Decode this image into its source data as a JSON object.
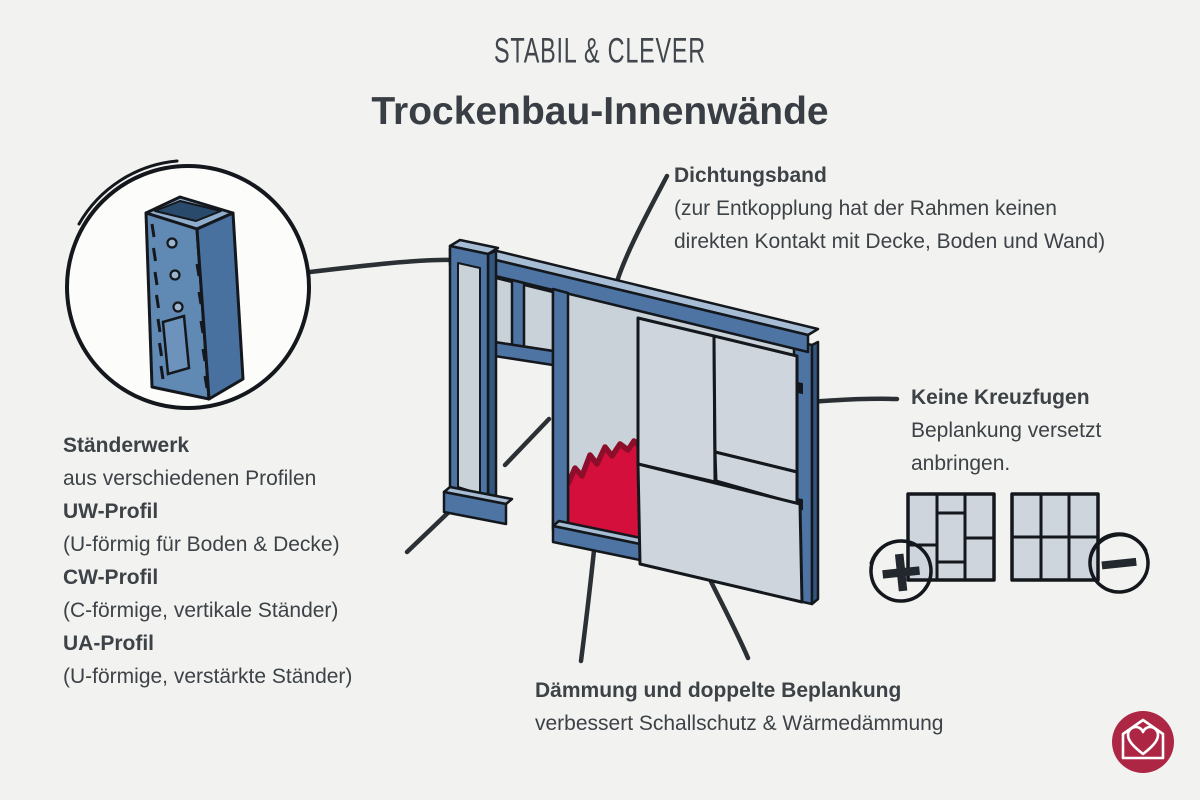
{
  "header": {
    "tagline": "STABIL & CLEVER",
    "title": "Trockenbau-Innenwände"
  },
  "callouts": {
    "dichtungsband": {
      "title": "Dichtungsband",
      "line1": "(zur Entkopplung hat der Rahmen keinen",
      "line2": "direkten Kontakt mit Decke, Boden und Wand)"
    },
    "staenderwerk": {
      "title": "Ständerwerk",
      "subtitle": "aus verschiedenen Profilen",
      "items": [
        {
          "term": "UW-Profil",
          "desc": "(U-förmig für Boden & Decke)"
        },
        {
          "term": "CW-Profil",
          "desc": "(C-förmige, vertikale Ständer)"
        },
        {
          "term": "UA-Profil",
          "desc": "(U-förmige, verstärkte Ständer)"
        }
      ]
    },
    "kreuzfugen": {
      "title": "Keine Kreuzfugen",
      "line1": "Beplankung versetzt",
      "line2": "anbringen."
    },
    "daemmung": {
      "title": "Dämmung und doppelte Beplankung",
      "line1": "verbessert Schallschutz & Wärmedämmung"
    }
  },
  "symbols": {
    "plus": "+",
    "minus": "−"
  },
  "colors": {
    "insulation": "#d50f3b",
    "insulation_edge": "#8c0e2a",
    "frame_blue": "#4d74a3",
    "panel_gray": "#ced5dd",
    "logo": "#ad2745",
    "text": "#3d4247"
  }
}
